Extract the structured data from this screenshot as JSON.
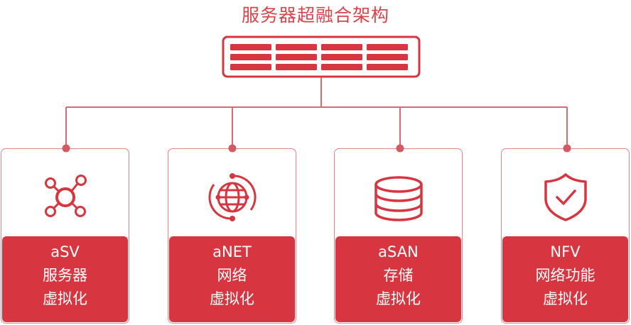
{
  "title": "服务器超融合架构",
  "colors": {
    "accent": "#d73640",
    "line": "#d96a72",
    "border": "#e5868c"
  },
  "modules": [
    {
      "icon": "network-hub-icon",
      "name": "aSV",
      "line2": "服务器",
      "line3": "虚拟化"
    },
    {
      "icon": "globe-sync-icon",
      "name": "aNET",
      "line2": "网络",
      "line3": "虚拟化"
    },
    {
      "icon": "database-icon",
      "name": "aSAN",
      "line2": "存储",
      "line3": "虚拟化"
    },
    {
      "icon": "shield-check-icon",
      "name": "NFV",
      "line2": "网络功能",
      "line3": "虚拟化"
    }
  ]
}
